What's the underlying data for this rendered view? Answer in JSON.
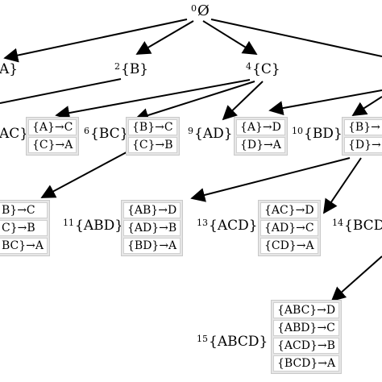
{
  "nodes": {
    "n0": {
      "idx": "0",
      "label": "Ø"
    },
    "n1": {
      "idx": "",
      "label": "A}"
    },
    "n2": {
      "idx": "2",
      "label": "{B}"
    },
    "n4": {
      "idx": "4",
      "label": "{C}"
    },
    "n5": {
      "idx": "",
      "label": "AC}"
    },
    "n6": {
      "idx": "6",
      "label": "{BC}"
    },
    "n9": {
      "idx": "9",
      "label": "{AD}"
    },
    "n10": {
      "idx": "10",
      "label": "{BD}"
    },
    "n11": {
      "idx": "11",
      "label": "{ABD}"
    },
    "n13": {
      "idx": "13",
      "label": "{ACD}"
    },
    "n14": {
      "idx": "14",
      "label": "{BCD"
    },
    "n15": {
      "idx": "15",
      "label": "{ABCD}"
    }
  },
  "rules": {
    "ac": [
      "{A}→C",
      "{C}→A"
    ],
    "bc": [
      "{B}→C",
      "{C}→B"
    ],
    "ad": [
      "{A}→D",
      "{D}→A"
    ],
    "bd": [
      "{B}→",
      "{D}→"
    ],
    "abc": [
      "B}→C",
      "C}→B",
      "BC}→A"
    ],
    "abd": [
      "{AB}→D",
      "{AD}→B",
      "{BD}→A"
    ],
    "acd": [
      "{AC}→D",
      "{AD}→C",
      "{CD}→A"
    ],
    "abcd": [
      "{ABC}→D",
      "{ABD}→C",
      "{ACD}→B",
      "{BCD}→A"
    ]
  }
}
